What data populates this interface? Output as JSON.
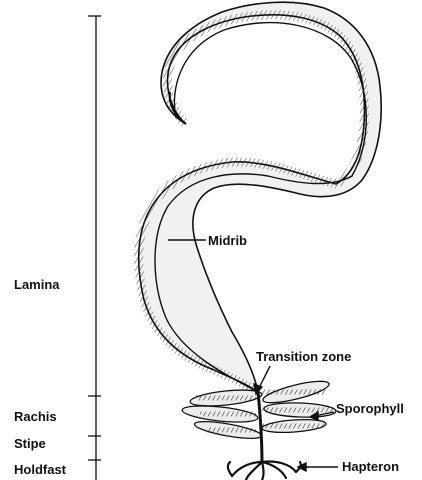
{
  "labels": {
    "lamina": "Lamina",
    "rachis": "Rachis",
    "stipe": "Stipe",
    "holdfast": "Holdfast",
    "midrib": "Midrib",
    "transition_zone": "Transition zone",
    "sporophyll": "Sporophyll",
    "hapteron": "Hapteron"
  },
  "colors": {
    "ink": "#111111",
    "blade_fill": "#f1f1f1",
    "background": "#ffffff"
  }
}
